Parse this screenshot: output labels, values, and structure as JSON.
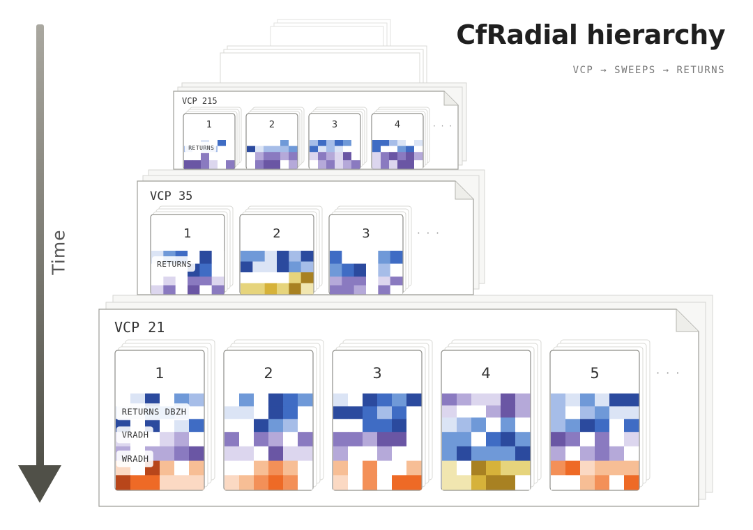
{
  "title": "CfRadial hierarchy",
  "subtitle": "VCP → SWEEPS → RETURNS",
  "time_axis": {
    "label": "Time"
  },
  "ellipsis": "· · ·",
  "colors": {
    "blue": [
      "#2b4a9e",
      "#3f6cc4",
      "#6f99d8",
      "#a6bde8",
      "#dbe4f5"
    ],
    "purple": [
      "#6a56a4",
      "#8a7ac0",
      "#b5a9d9",
      "#dcd6ee"
    ],
    "orange": [
      "#b8461a",
      "#ee6a26",
      "#f39058",
      "#f7be95",
      "#fbd9c3"
    ],
    "yellow": [
      "#a88122",
      "#d6b23a",
      "#e6d47c",
      "#f1e6b0"
    ],
    "axis": [
      "#aaa8a0",
      "#505048"
    ]
  },
  "vcps": [
    {
      "label": "VCP 215",
      "sweeps": [
        {
          "number": "1",
          "returns_tag": "RETURNS"
        },
        {
          "number": "2"
        },
        {
          "number": "3"
        },
        {
          "number": "4"
        }
      ]
    },
    {
      "label": "VCP 35",
      "sweeps": [
        {
          "number": "1",
          "returns_tag": "RETURNS"
        },
        {
          "number": "2"
        },
        {
          "number": "3"
        }
      ]
    },
    {
      "label": "VCP 21",
      "sweeps": [
        {
          "number": "1",
          "field_tags": [
            "RETURNS DBZH",
            "VRADH",
            "WRADH"
          ]
        },
        {
          "number": "2"
        },
        {
          "number": "3"
        },
        {
          "number": "4"
        },
        {
          "number": "5"
        }
      ]
    }
  ]
}
